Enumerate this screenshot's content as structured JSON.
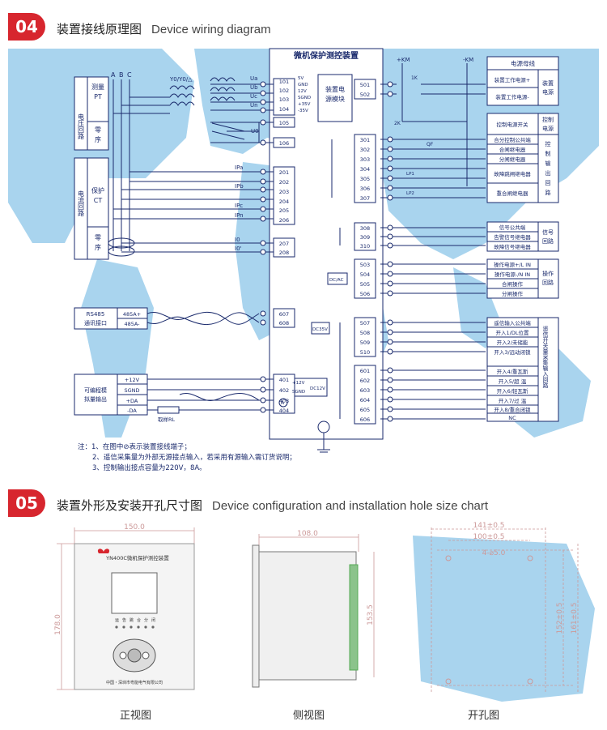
{
  "section1": {
    "num": "04",
    "title": "装置接线原理图",
    "title_en": "Device wiring diagram"
  },
  "section2": {
    "num": "05",
    "title": "装置外形及安装开孔尺寸图",
    "title_en": "Device configuration and installation hole size chart"
  },
  "device": {
    "title": "微机保护测控装置",
    "psu": [
      "装置电",
      "源模块"
    ],
    "psu_pins": [
      "5V",
      "GND",
      "12V",
      "SGND",
      "+35V",
      "-35V"
    ]
  },
  "left": {
    "abc": [
      "A",
      "B",
      "C"
    ],
    "yy": "Y0/Y0/△",
    "voltage_group": "电压回路",
    "pt": [
      "测量",
      "PT"
    ],
    "zero": [
      "零",
      "序"
    ],
    "current_group": "电流回路",
    "ct": [
      "保护",
      "CT"
    ],
    "zero2": [
      "零",
      "序"
    ],
    "u_labels": [
      "Ua",
      "Ub",
      "Uc",
      "Un",
      "U0"
    ],
    "i_labels": [
      "IPa",
      "IPb",
      "IPc",
      "IPn",
      "I0",
      "I0'"
    ],
    "rs485": [
      "RS485",
      "通讯接口"
    ],
    "rs485_pins": [
      "485A+",
      "485A-"
    ],
    "analog": [
      "可编程模",
      "拟量输出"
    ],
    "analog_pins": [
      "+12V",
      "SGND",
      "+DA",
      "-DA"
    ],
    "resistor": "取样RL"
  },
  "terminals": {
    "voltage": [
      "101",
      "102",
      "103",
      "104",
      "105",
      "106"
    ],
    "current": [
      "201",
      "202",
      "203",
      "204",
      "205",
      "206",
      "207",
      "208"
    ],
    "comm": [
      "607",
      "608"
    ],
    "analog": [
      "401",
      "402",
      "403",
      "404"
    ],
    "right_a": [
      "501",
      "502"
    ],
    "right_b": [
      "301",
      "302",
      "303",
      "304",
      "305",
      "306",
      "307"
    ],
    "right_c": [
      "308",
      "309",
      "310"
    ],
    "right_d": [
      "503",
      "504",
      "505",
      "506"
    ],
    "right_e": [
      "507",
      "508",
      "509",
      "510"
    ],
    "right_f": [
      "601",
      "602",
      "603",
      "604",
      "605",
      "606"
    ]
  },
  "small": {
    "km_pos": "+KM",
    "km_neg": "-KM",
    "k1": "1K",
    "k2": "2K",
    "qf": "QF",
    "lp1": "LP1",
    "lp2": "LP2",
    "dcac": "DC/AC",
    "dc35": "DC35V",
    "dc12": "DC12V",
    "p12": "+12V",
    "sgnd": "SGND",
    "amp": "A"
  },
  "right": {
    "bus": "电源母线",
    "rows1": [
      "装置工作电源+",
      "装置工作电源-"
    ],
    "side1": [
      "装置",
      "电源"
    ],
    "rows2": [
      "控制电源开关",
      "合分控制公共端",
      "合闸继电器",
      "分闸继电器",
      "故障跳闸继电器",
      "重合闸继电器"
    ],
    "side2a": [
      "控制",
      "电源"
    ],
    "side2b": [
      "控",
      "制",
      "输",
      "出",
      "回",
      "路"
    ],
    "rows3": [
      "信号公共端",
      "告警信号继电器",
      "故障信号继电器"
    ],
    "side3": [
      "信号",
      "回路"
    ],
    "rows4": [
      "操作电源+/L IN",
      "操作电源-/N IN",
      "合闸操作",
      "分闸操作"
    ],
    "side4": [
      "操作",
      "回路"
    ],
    "rows5": [
      "遥信输入公共端",
      "开入1/DL位置",
      "开入2/未储能",
      "开入3/远动闭锁",
      "开入4/重瓦斯",
      "开入5/超 温",
      "开入6/轻瓦斯",
      "开入7/过 温",
      "开入8/重合闭锁",
      "NC"
    ],
    "side5": [
      "遥信开关量采集输入回路"
    ]
  },
  "notes": [
    "注：1、在图中⊘表示装置接线端子；",
    "2、遥信采集量为外部无源接点输入，若采用有源输入需订货说明；",
    "3、控制输出接点容量为220V，8A。"
  ],
  "bottom": {
    "front_width": "150.0",
    "front_height": "178.0",
    "panel_model": "YN400C微机保护测控装置",
    "key_labels": [
      "运",
      "告",
      "跳",
      "合",
      "分",
      "闭"
    ],
    "panel_footer": "中国・深圳市粤能电气有限公司",
    "side_width": "108.0",
    "side_height": "153.5",
    "cut_w1": "141±0.5",
    "cut_w2": "100±0.5",
    "cut_hole": "4-⌀5.0",
    "cut_h1": "152±0.5",
    "cut_h2": "161±0.5",
    "caption_front": "正视图",
    "caption_side": "侧视图",
    "caption_cut": "开孔图"
  }
}
